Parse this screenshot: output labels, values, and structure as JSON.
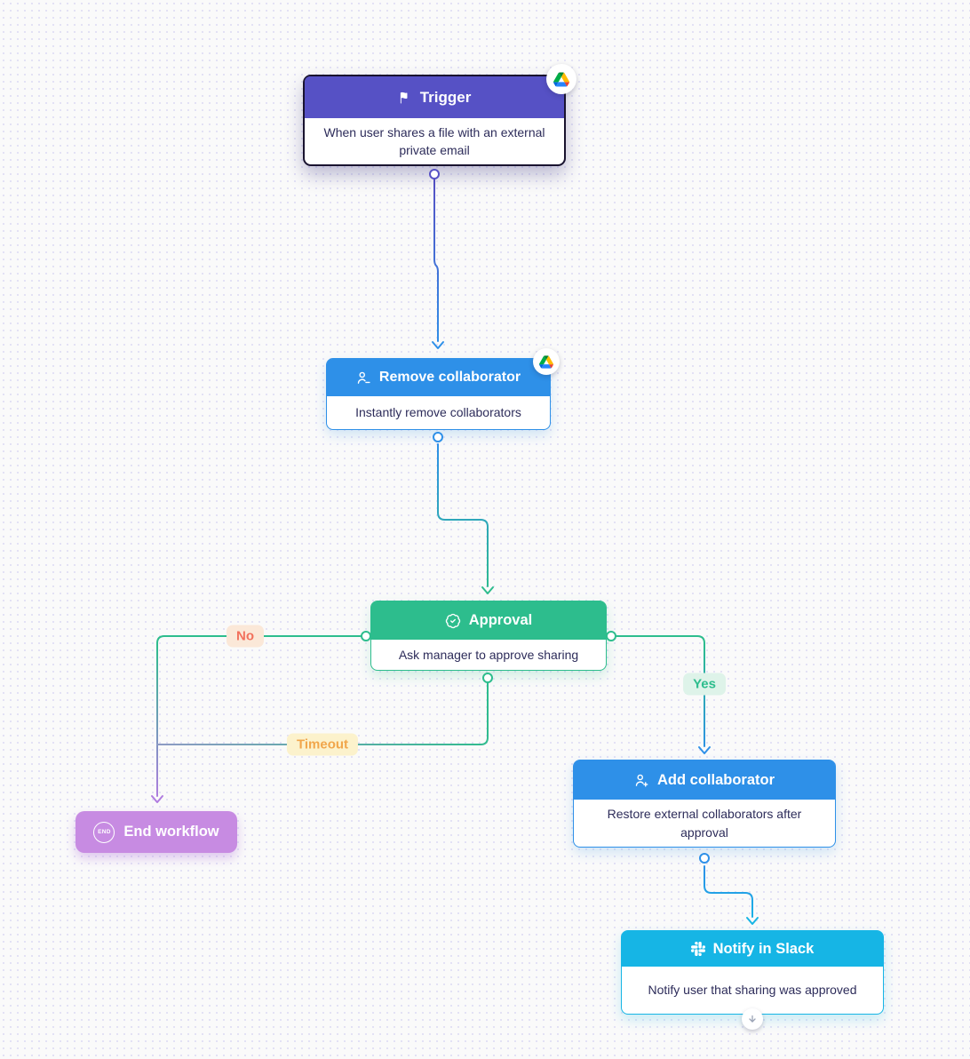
{
  "diagram": {
    "type": "workflow-canvas",
    "nodes": [
      {
        "id": "trigger",
        "title": "Trigger",
        "description": "When user shares a file with an external private email",
        "icon": "flag-icon",
        "app_badge": "google-drive",
        "header_color": "#5651C5"
      },
      {
        "id": "remove-collaborator",
        "title": "Remove collaborator",
        "description": "Instantly remove collaborators",
        "icon": "user-minus-icon",
        "app_badge": "google-drive",
        "header_color": "#2E90E8"
      },
      {
        "id": "approval",
        "title": "Approval",
        "description": "Ask manager to approve sharing",
        "icon": "badge-check-icon",
        "header_color": "#2DBD8D"
      },
      {
        "id": "end-workflow",
        "title": "End workflow",
        "icon": "end-circle-icon",
        "icon_text": "END",
        "color": "#C78BE2"
      },
      {
        "id": "add-collaborator",
        "title": "Add collaborator",
        "description": "Restore external collaborators after approval",
        "icon": "user-plus-icon",
        "header_color": "#2E90E8"
      },
      {
        "id": "notify-in-slack",
        "title": "Notify in Slack",
        "description": "Notify user that sharing was approved",
        "icon": "slack-icon",
        "header_color": "#16B5E5"
      }
    ],
    "edges": [
      {
        "from": "trigger",
        "to": "remove-collaborator",
        "label": ""
      },
      {
        "from": "remove-collaborator",
        "to": "approval",
        "label": ""
      },
      {
        "from": "approval",
        "to": "end-workflow",
        "label": "No"
      },
      {
        "from": "approval",
        "to": "add-collaborator",
        "label": "Yes"
      },
      {
        "from": "approval",
        "to": "end-workflow",
        "label": "Timeout"
      },
      {
        "from": "add-collaborator",
        "to": "notify-in-slack",
        "label": ""
      }
    ],
    "edge_labels": {
      "no": "No",
      "yes": "Yes",
      "timeout": "Timeout"
    },
    "colors": {
      "trigger_purple": "#5651C5",
      "action_blue": "#2E90E8",
      "approval_green": "#2DBD8D",
      "slack_cyan": "#16B5E5",
      "end_purple": "#C78BE2",
      "label_no_bg": "#FBE8D8",
      "label_no_text": "#F2705C",
      "label_yes_bg": "#DEF3E9",
      "label_yes_text": "#2DBD8D",
      "label_timeout_bg": "#FCF2CC",
      "label_timeout_text": "#F1A64B",
      "node_text": "#2d2c5a",
      "canvas_bg": "#fafafa"
    }
  }
}
